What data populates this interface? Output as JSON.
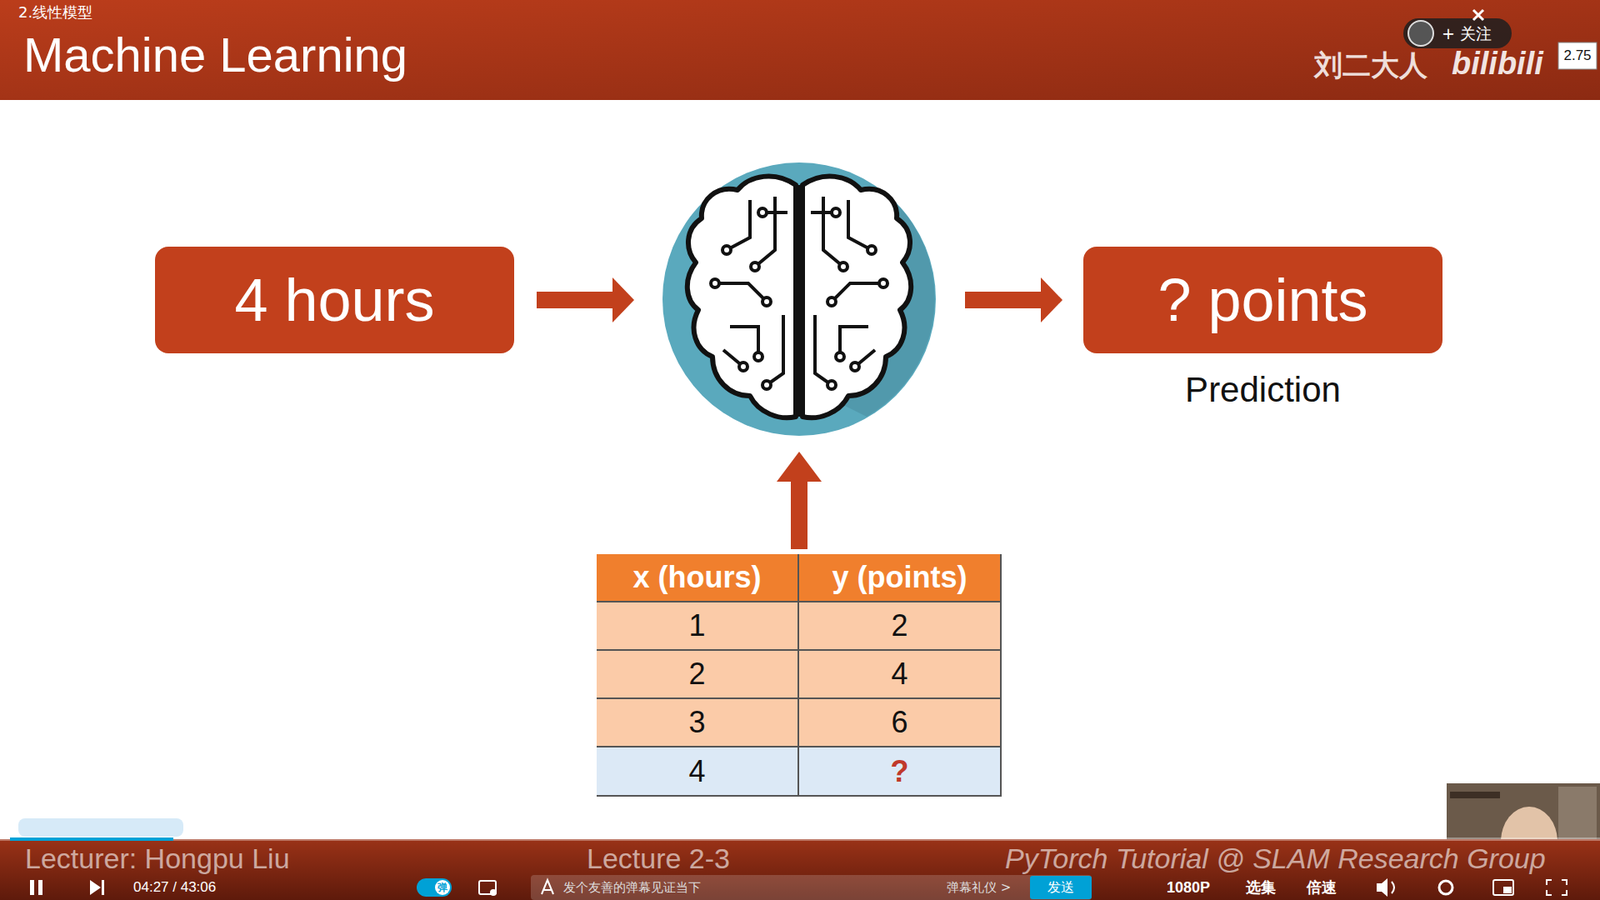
{
  "diagram": {
    "title": "Machine Learning",
    "nodes": [
      {
        "text": [
          "4 hours"
        ]
      },
      {
        "text": [
          "? points",
          "Prediction"
        ]
      }
    ],
    "labels": [
      "2.线性模型",
      "刘二大人",
      "bilibili",
      "+ 关注",
      "2.75",
      "x (hours)",
      "y (points)",
      "1",
      "2",
      "2",
      "4",
      "3",
      "6",
      "4",
      "?",
      "Lecturer: Hongpu Liu",
      "Lecture 2-3",
      "PyTorch Tutorial @ SLAM Research Group",
      "04:27 / 43:06",
      "弹",
      "发个友善的弹幕见证当下",
      "弹幕礼仪 >",
      "发送",
      "1080P",
      "选集",
      "倍速"
    ]
  }
}
